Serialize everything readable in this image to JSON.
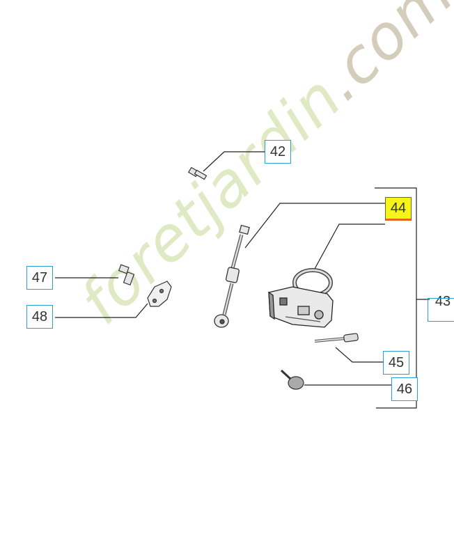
{
  "watermark": {
    "main": "foretjardin",
    "suffix": ".com"
  },
  "colors": {
    "callout_border": "#2a9fd6",
    "highlight_fill": "#f5f51a",
    "highlight_underline": "#e06a1a",
    "line": "#222222"
  },
  "parts": [
    {
      "id": "42",
      "label": "42",
      "description": "screw-icon"
    },
    {
      "id": "43",
      "label": "43",
      "description": "oil-pump-assembly-bracket"
    },
    {
      "id": "44",
      "label": "44",
      "description": "oil-pump-housing-icon",
      "highlighted": true
    },
    {
      "id": "45",
      "label": "45",
      "description": "worm-gear-shaft-icon"
    },
    {
      "id": "46",
      "label": "46",
      "description": "plug-icon"
    },
    {
      "id": "47",
      "label": "47",
      "description": "oil-nozzle-icon"
    },
    {
      "id": "48",
      "label": "48",
      "description": "gasket-icon"
    }
  ]
}
